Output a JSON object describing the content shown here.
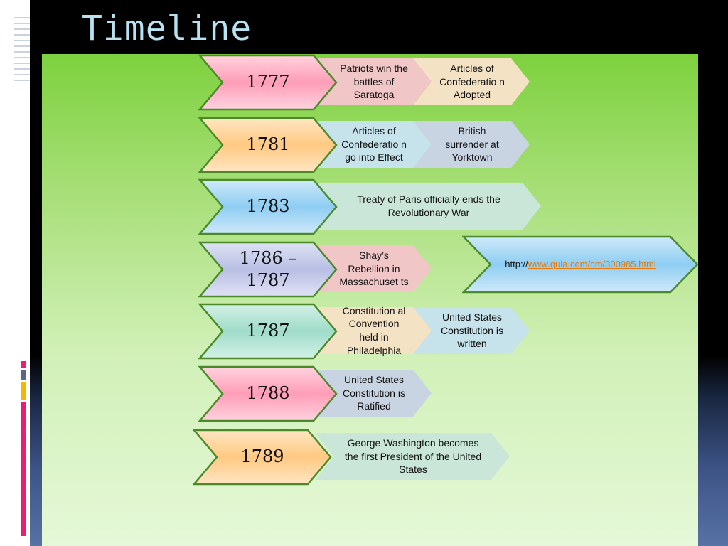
{
  "title": "Timeline",
  "rows": [
    {
      "year": "1777",
      "events": [
        "Patriots win the battles of Saratoga",
        "Articles of Confederatio n Adopted"
      ]
    },
    {
      "year": "1781",
      "events": [
        "Articles of Confederatio n go into Effect",
        "British surrender at Yorktown"
      ]
    },
    {
      "year": "1783",
      "events": [
        "Treaty of Paris officially ends the Revolutionary War"
      ]
    },
    {
      "year": "1786 – 1787",
      "events": [
        "Shay’s Rebellion in Massachuset ts"
      ]
    },
    {
      "year": "1787",
      "events": [
        "Constitution al Convention held in Philadelphia",
        "United States Constitution is written"
      ]
    },
    {
      "year": "1788",
      "events": [
        "United States Constitution is Ratified"
      ]
    },
    {
      "year": "1789",
      "events": [
        "George Washington becomes the first President of the United States"
      ]
    }
  ],
  "link": {
    "prefix": "http://",
    "text": "www.quia.com/cm/300985.html"
  },
  "colors": {
    "title": "#b8e2f2",
    "panel_top": "#7dd13e",
    "panel_bottom": "#e5f8d8",
    "chevron_border": "#4a8a2a",
    "link": "#e07b12"
  }
}
